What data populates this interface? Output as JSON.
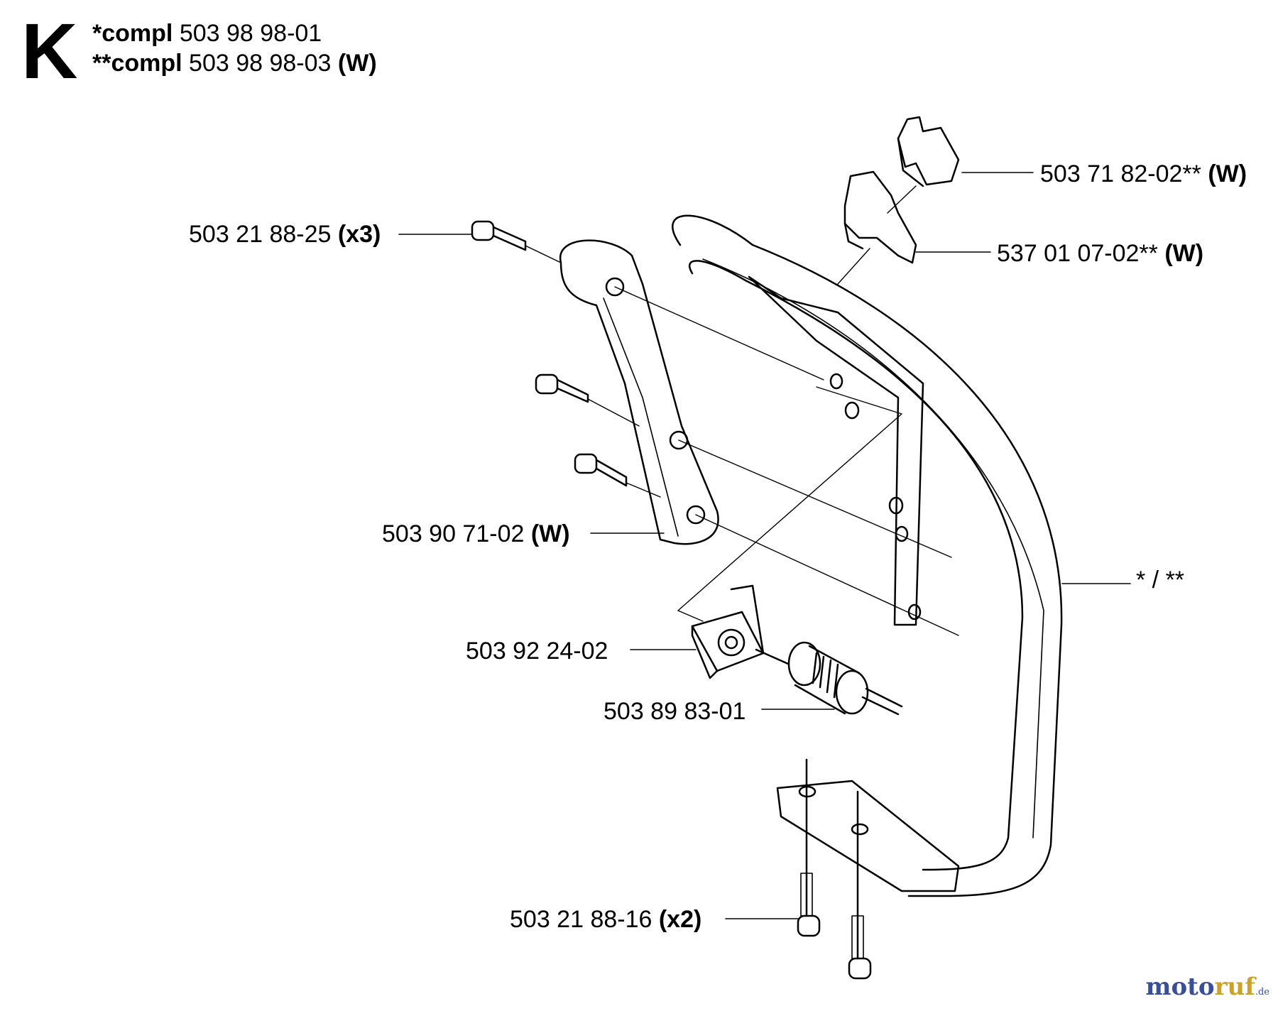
{
  "header": {
    "section_letter": "K",
    "compl_1_prefix": "*compl",
    "compl_1_number": "503 98 98-01",
    "compl_2_prefix": "**compl",
    "compl_2_number": "503 98 98-03",
    "compl_2_suffix": "(W)"
  },
  "callouts": [
    {
      "number": "503 71 82-02**",
      "suffix": "(W)"
    },
    {
      "number": "537 01 07-02**",
      "suffix": "(W)"
    },
    {
      "number": "503 21 88-25",
      "suffix": "(x3)"
    },
    {
      "number": "503 90 71-02",
      "suffix": "(W)"
    },
    {
      "number": "* / **",
      "suffix": ""
    },
    {
      "number": "503 92 24-02",
      "suffix": ""
    },
    {
      "number": "503 89 83-01",
      "suffix": ""
    },
    {
      "number": "503 21 88-16",
      "suffix": "(x2)"
    }
  ],
  "logo": {
    "main_a": "moto",
    "main_b": "ruf",
    "tld": ".de",
    "color_a": "#3a4f9a",
    "color_b": "#c9a227"
  },
  "colors": {
    "line": "#000000",
    "background": "#ffffff"
  }
}
